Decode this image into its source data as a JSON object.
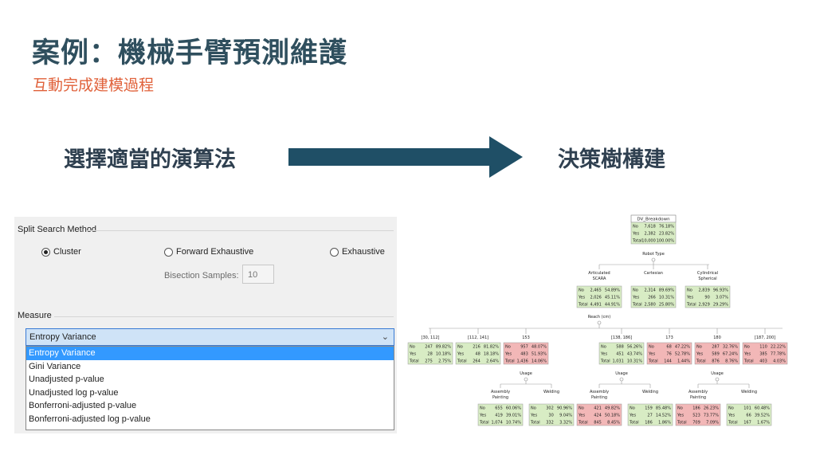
{
  "slide": {
    "title": "案例：機械手臂預測維護",
    "subtitle": "互動完成建模過程",
    "left_step": "選擇適當的演算法",
    "right_step": "決策樹構建"
  },
  "colors": {
    "title": "#2f4f5e",
    "subtitle": "#e0613a",
    "arrow": "#1f4f66",
    "node_green": "#d8ecc4",
    "node_red": "#f2b7b7",
    "selected": "#3399ff"
  },
  "dialog": {
    "split_group": "Split Search Method",
    "options": [
      "Cluster",
      "Forward Exhaustive",
      "Exhaustive"
    ],
    "selected_option": "Cluster",
    "bisection_label": "Bisection Samples:",
    "bisection_value": "10",
    "measure_group": "Measure",
    "measure_selected": "Entropy Variance",
    "measure_options": [
      "Entropy Variance",
      "Gini Variance",
      "Unadjusted p-value",
      "Unadjusted log p-value",
      "Bonferroni-adjusted p-value",
      "Bonferroni-adjusted log p-value"
    ],
    "chevron_icon": "chevron-down-icon"
  },
  "tree": {
    "root": {
      "title": "DV_Breakdown",
      "rows": [
        [
          "No",
          "7,618",
          "76.18%"
        ],
        [
          "Yes",
          "2,382",
          "23.82%"
        ],
        [
          "Total",
          "10,000",
          "100.00%"
        ]
      ]
    },
    "split1_label": "Robot Type",
    "level1": [
      {
        "label": "Articulated",
        "label2": "SCARA",
        "rows": [
          [
            "No",
            "2,465",
            "54.89%"
          ],
          [
            "Yes",
            "2,026",
            "45.11%"
          ],
          [
            "Total",
            "4,491",
            "44.91%"
          ]
        ]
      },
      {
        "label": "Cartesian",
        "label2": "",
        "rows": [
          [
            "No",
            "2,314",
            "89.69%"
          ],
          [
            "Yes",
            "266",
            "10.31%"
          ],
          [
            "Total",
            "2,580",
            "25.80%"
          ]
        ]
      },
      {
        "label": "Cylindrical",
        "label2": "Spherical",
        "rows": [
          [
            "No",
            "2,839",
            "96.93%"
          ],
          [
            "Yes",
            "90",
            "3.07%"
          ],
          [
            "Total",
            "2,929",
            "29.29%"
          ]
        ]
      }
    ],
    "split2_label": "Reach (cm)",
    "level2_labels": [
      "[30, 112]",
      "[112, 141]",
      "153",
      "[138, 186]",
      "173",
      "180",
      "[187, 200]"
    ],
    "level2": [
      {
        "rows": [
          [
            "No",
            "247",
            "89.82%"
          ],
          [
            "Yes",
            "28",
            "10.18%"
          ],
          [
            "Total",
            "275",
            "2.75%"
          ]
        ]
      },
      {
        "rows": [
          [
            "No",
            "216",
            "81.82%"
          ],
          [
            "Yes",
            "48",
            "18.18%"
          ],
          [
            "Total",
            "264",
            "2.64%"
          ]
        ]
      },
      {
        "rows": [
          [
            "No",
            "957",
            "48.07%"
          ],
          [
            "Yes",
            "483",
            "51.93%"
          ],
          [
            "Total",
            "1,436",
            "14.06%"
          ]
        ]
      },
      {
        "rows": [
          [
            "No",
            "588",
            "56.26%"
          ],
          [
            "Yes",
            "451",
            "43.74%"
          ],
          [
            "Total",
            "1,031",
            "10.31%"
          ]
        ]
      },
      {
        "rows": [
          [
            "No",
            "68",
            "47.22%"
          ],
          [
            "Yes",
            "76",
            "52.78%"
          ],
          [
            "Total",
            "144",
            "1.44%"
          ]
        ]
      },
      {
        "rows": [
          [
            "No",
            "287",
            "32.76%"
          ],
          [
            "Yes",
            "589",
            "67.24%"
          ],
          [
            "Total",
            "876",
            "8.76%"
          ]
        ]
      },
      {
        "rows": [
          [
            "No",
            "110",
            "22.22%"
          ],
          [
            "Yes",
            "385",
            "77.78%"
          ],
          [
            "Total",
            "403",
            "4.03%"
          ]
        ]
      }
    ],
    "split3_label": "Usage",
    "level3_labels": [
      "Assembly",
      "Painting",
      "Welding",
      "Assembly",
      "Painting",
      "Welding",
      "Assembly",
      "Painting",
      "Welding"
    ],
    "level3": [
      {
        "rows": [
          [
            "No",
            "655",
            "60.06%"
          ],
          [
            "Yes",
            "419",
            "39.01%"
          ],
          [
            "Total",
            "1,074",
            "10.74%"
          ]
        ]
      },
      {
        "rows": [
          [
            "No",
            "302",
            "90.96%"
          ],
          [
            "Yes",
            "30",
            "9.04%"
          ],
          [
            "Total",
            "332",
            "3.32%"
          ]
        ]
      },
      {
        "rows": [
          [
            "No",
            "421",
            "49.82%"
          ],
          [
            "Yes",
            "424",
            "50.18%"
          ],
          [
            "Total",
            "845",
            "8.45%"
          ]
        ]
      },
      {
        "rows": [
          [
            "No",
            "159",
            "85.48%"
          ],
          [
            "Yes",
            "27",
            "14.52%"
          ],
          [
            "Total",
            "186",
            "1.86%"
          ]
        ]
      },
      {
        "rows": [
          [
            "No",
            "186",
            "26.23%"
          ],
          [
            "Yes",
            "523",
            "73.77%"
          ],
          [
            "Total",
            "709",
            "7.09%"
          ]
        ]
      },
      {
        "rows": [
          [
            "No",
            "101",
            "60.48%"
          ],
          [
            "Yes",
            "66",
            "39.52%"
          ],
          [
            "Total",
            "167",
            "1.67%"
          ]
        ]
      }
    ]
  }
}
